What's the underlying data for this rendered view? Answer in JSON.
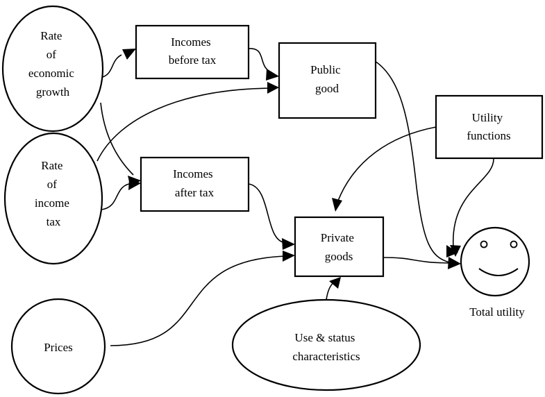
{
  "nodes": {
    "growth": {
      "lines": [
        "Rate",
        "of",
        "economic",
        "growth"
      ]
    },
    "income_tax": {
      "lines": [
        "Rate",
        "of",
        "income",
        "tax"
      ]
    },
    "prices": {
      "lines": [
        "Prices"
      ]
    },
    "incomes_before": {
      "lines": [
        "Incomes",
        "before tax"
      ]
    },
    "incomes_after": {
      "lines": [
        "Incomes",
        "after tax"
      ]
    },
    "public_good": {
      "lines": [
        "Public",
        "good"
      ]
    },
    "private_goods": {
      "lines": [
        "Private",
        "goods"
      ]
    },
    "utility_functions": {
      "lines": [
        "Utility",
        "functions"
      ]
    },
    "use_status": {
      "lines": [
        "Use & status",
        "characteristics"
      ]
    },
    "total_utility": {
      "label": "Total utility"
    }
  },
  "edges": [
    {
      "from": "Rate of economic growth",
      "to": "Incomes before tax"
    },
    {
      "from": "Incomes before tax",
      "to": "Public good"
    },
    {
      "from": "Rate of income tax",
      "to": "Public good"
    },
    {
      "from": "Rate of economic growth",
      "to": "Incomes after tax"
    },
    {
      "from": "Rate of income tax",
      "to": "Incomes after tax"
    },
    {
      "from": "Incomes after tax",
      "to": "Private goods"
    },
    {
      "from": "Prices",
      "to": "Private goods"
    },
    {
      "from": "Use & status characteristics",
      "to": "Private goods"
    },
    {
      "from": "Utility functions",
      "to": "Private goods"
    },
    {
      "from": "Public good",
      "to": "Total utility"
    },
    {
      "from": "Private goods",
      "to": "Total utility"
    },
    {
      "from": "Utility functions",
      "to": "Total utility"
    }
  ],
  "colors": {
    "stroke": "#000000",
    "background": "#ffffff"
  }
}
